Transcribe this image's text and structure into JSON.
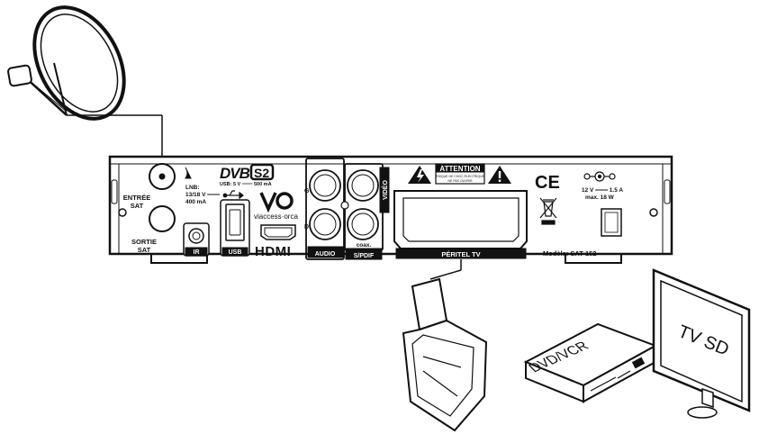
{
  "colors": {
    "ink": "#111111",
    "paper": "#ffffff",
    "fill_light": "#f2f2f2",
    "fill_dark": "#111111"
  },
  "panel": {
    "entree_sat": [
      "ENTRÉE",
      "SAT"
    ],
    "sortie_sat": [
      "SORTIE",
      "SAT"
    ],
    "lnb": [
      "LNB:",
      "13/18 V ═══",
      "400 mA"
    ],
    "usb_spec": "USB: 5 V ═══ 500 mA",
    "ir": "IR",
    "usb": "USB",
    "viaccess": "viaccess·orca",
    "hdmi": "HDMI",
    "audio": "AUDIO",
    "audio_g": "G",
    "audio_d": "D",
    "video": "VIDÉO",
    "coax": "coax.",
    "spdif": "S/PDIF",
    "attention_title": "ATTENTION",
    "attention_lines": [
      "RISQUE DE CHOC ÉLECTRIQUE",
      "NE PAS OUVRIR"
    ],
    "ce": "CE",
    "power_lines": [
      "12 V ═══ 1.5 A",
      "max. 18 W"
    ],
    "peritel": "PÉRITEL TV",
    "model": "Modèle: SAT-152"
  },
  "devices": {
    "dvd": "DVD/VCR",
    "tv": "TV SD"
  },
  "icons": [
    "satellite-dish-icon",
    "usb-symbol-icon",
    "dvb-s2-logo",
    "viaccess-orca-logo",
    "hdmi-logo",
    "lightning-warning-icon",
    "exclamation-warning-icon",
    "weee-bin-icon",
    "polarity-icon",
    "scart-plug-icon",
    "dvd-recorder-icon",
    "tv-monitor-icon"
  ]
}
